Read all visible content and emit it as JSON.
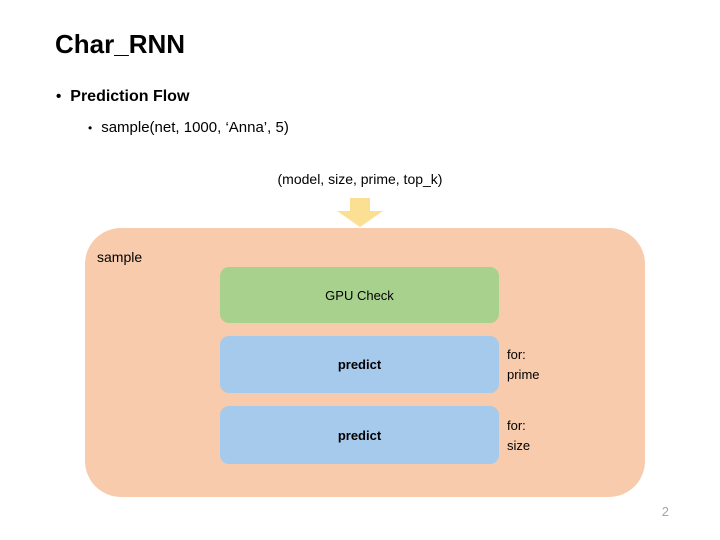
{
  "slide": {
    "title": "Char_RNN",
    "page_number": "2"
  },
  "bullets": {
    "level1": {
      "marker": "•",
      "text": "Prediction Flow"
    },
    "level2": {
      "marker": "•",
      "text": "sample(net, 1000, ‘Anna’, 5)"
    }
  },
  "diagram": {
    "param_caption": "(model, size, prime, top_k)",
    "arrow_icon": "down-arrow-icon",
    "container_label": "sample",
    "boxes": [
      {
        "label": "GPU Check",
        "color": "#A9D18E",
        "note_line1": "",
        "note_line2": ""
      },
      {
        "label": "predict",
        "color": "#A6CAEC",
        "note_line1": "for:",
        "note_line2": "prime"
      },
      {
        "label": "predict",
        "color": "#A6CAEC",
        "note_line1": "for:",
        "note_line2": "size"
      }
    ],
    "colors": {
      "container": "#F8CBAD",
      "green_box": "#A9D18E",
      "blue_box": "#A6CAEC",
      "arrow": "#FBE093",
      "page_number": "#A6A6A6"
    }
  }
}
